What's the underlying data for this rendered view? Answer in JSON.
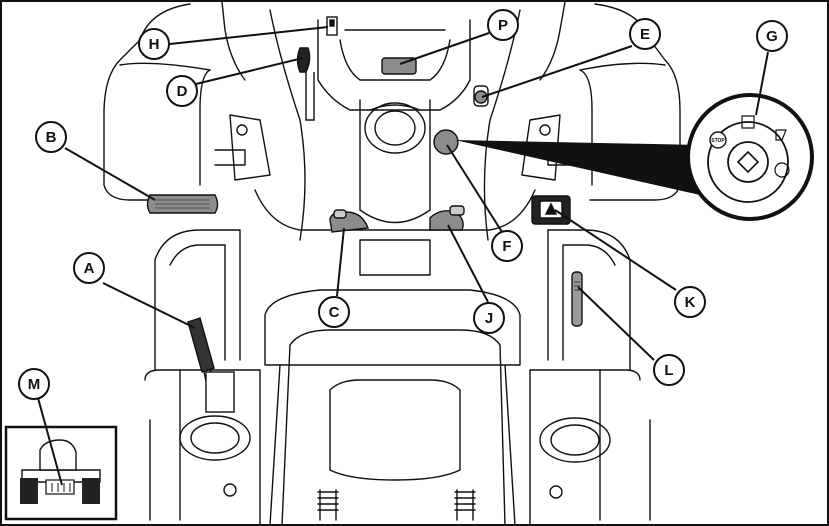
{
  "callouts": [
    {
      "id": "A",
      "label": "A"
    },
    {
      "id": "B",
      "label": "B"
    },
    {
      "id": "C",
      "label": "C"
    },
    {
      "id": "D",
      "label": "D"
    },
    {
      "id": "E",
      "label": "E"
    },
    {
      "id": "F",
      "label": "F"
    },
    {
      "id": "G",
      "label": "G"
    },
    {
      "id": "H",
      "label": "H"
    },
    {
      "id": "J",
      "label": "J"
    },
    {
      "id": "K",
      "label": "K"
    },
    {
      "id": "L",
      "label": "L"
    },
    {
      "id": "M",
      "label": "M"
    },
    {
      "id": "P",
      "label": "P"
    }
  ],
  "ignition_detail": {
    "stop_label": "STOP"
  },
  "colors": {
    "line": "#111111",
    "fill": "#ffffff",
    "grey": "#9a9a9a",
    "dark": "#444444"
  }
}
